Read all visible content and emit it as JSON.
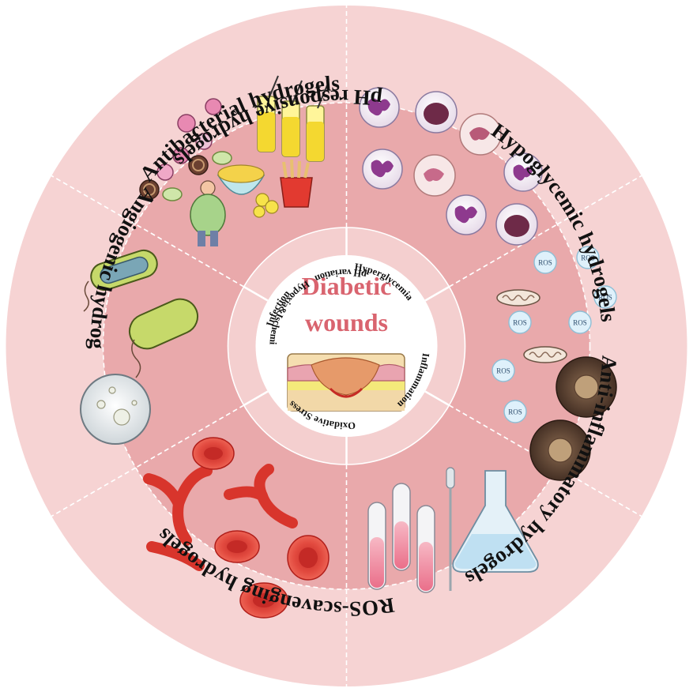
{
  "center": {
    "title_line1": "Diabetic",
    "title_line2": "wounds"
  },
  "inner_ring": [
    {
      "id": "hyperglycemia",
      "label": "Hyperglycemia"
    },
    {
      "id": "inflammation",
      "label": "Inflammation"
    },
    {
      "id": "oxidative-stress",
      "label": "Oxidative Stress"
    },
    {
      "id": "ph-variation",
      "label": "pH variation"
    },
    {
      "id": "hypoxia",
      "label": "Hypoxia&Ischemia"
    },
    {
      "id": "infection",
      "label": "Infection"
    }
  ],
  "outer_ring": [
    {
      "id": "hypoglycemic",
      "label": "Hypoglycemic hydrogels"
    },
    {
      "id": "anti-inflammatory",
      "label": "Anti-inflammatory hydrogels"
    },
    {
      "id": "ros-scavenging",
      "label": "ROS-scavenging hydrogels"
    },
    {
      "id": "ph-responsive",
      "label": "pH responsive hydrogels"
    },
    {
      "id": "angiogenic",
      "label": "Angiogenic hydrogels"
    },
    {
      "id": "antibacterial",
      "label": "Antibacterial hydrogels"
    }
  ],
  "ros_badge": "ROS",
  "colors": {
    "outer_ring": "#f6d3d3",
    "middle_ring": "#e9a9ab",
    "inner_ring": "#f4cfcf",
    "center": "#ffffff",
    "title": "#d9646f",
    "divider": "#ffffff"
  }
}
